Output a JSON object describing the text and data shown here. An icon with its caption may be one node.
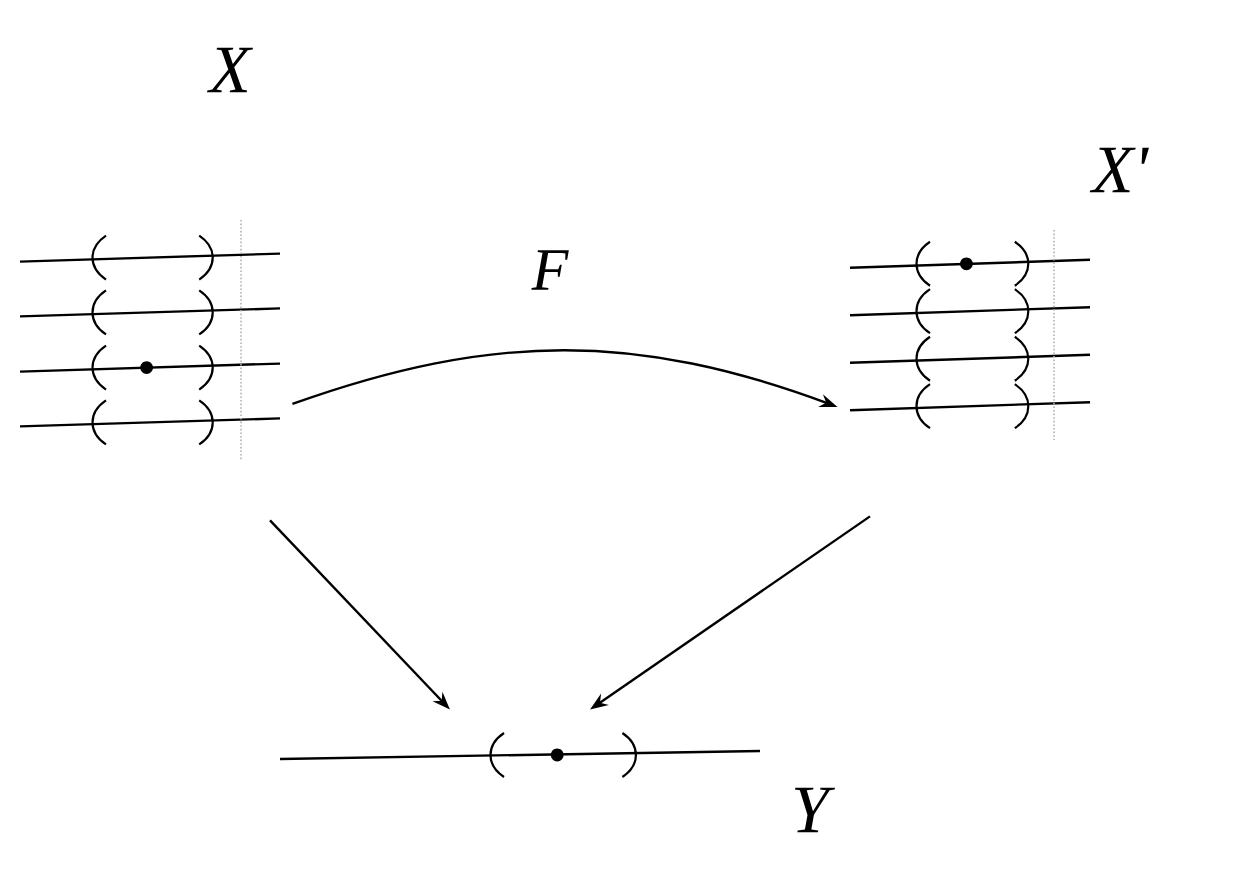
{
  "diagram": {
    "nodes": [
      {
        "text": [
          "X"
        ]
      },
      {
        "text": [
          "X'"
        ]
      },
      {
        "text": [
          "Y"
        ]
      }
    ],
    "edges": [
      {
        "from": 0,
        "to": 1,
        "arrow": "to",
        "label": "F"
      },
      {
        "from": 0,
        "to": 2,
        "arrow": "to"
      },
      {
        "from": 1,
        "to": 2,
        "arrow": "to"
      }
    ]
  }
}
